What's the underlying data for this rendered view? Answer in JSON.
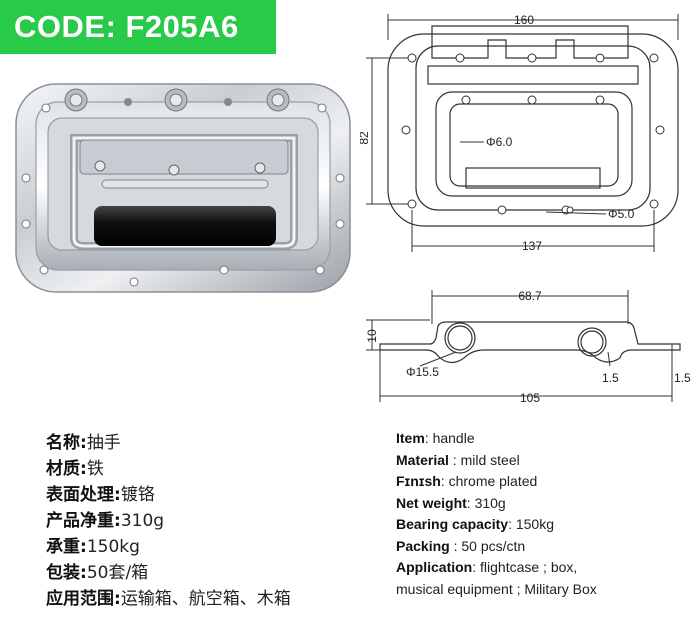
{
  "badge": {
    "code_text": "CODE: F205A6",
    "color": "#29c94a"
  },
  "drawing": {
    "top_width": "160",
    "height": "82",
    "inner_width": "137",
    "hole_large": "Φ6.0",
    "hole_small": "Φ5.0",
    "section_top": "68.7",
    "section_height": "10",
    "tube_dia": "Φ15.5",
    "thick_a": "1.5",
    "thick_b": "1.5",
    "section_width": "105"
  },
  "spec_cn": [
    {
      "key": "名称",
      "sep": ":",
      "value": "抽手"
    },
    {
      "key": "材质",
      "sep": ":",
      "value": "铁"
    },
    {
      "key": "表面处理",
      "sep": ":",
      "value": "镀铬"
    },
    {
      "key": "产品净重",
      "sep": ":",
      "value": "310g"
    },
    {
      "key": "承重",
      "sep": ":",
      "value": "150kg"
    },
    {
      "key": "包装",
      "sep": ":",
      "value": "50套/箱"
    },
    {
      "key": "应用范围",
      "sep": ":",
      "value": "运输箱、航空箱、木箱"
    }
  ],
  "spec_en": [
    {
      "key": "Item",
      "sep": ": ",
      "value": "handle"
    },
    {
      "key": "Material",
      "sep": " : ",
      "value": "mild steel"
    },
    {
      "key": "Fɪnɪsh",
      "sep": ": ",
      "value": "chrome plated"
    },
    {
      "key": "Net weight",
      "sep": ":  ",
      "value": "310g"
    },
    {
      "key": "Bearing capacity",
      "sep": ": ",
      "value": "150kg"
    },
    {
      "key": "Packing",
      "sep": " : ",
      "value": "50 pcs/ctn"
    },
    {
      "key": "Application",
      "sep": ": ",
      "value": "flightcase ; box,"
    },
    {
      "key": "",
      "sep": "",
      "value": "musical equipment ; Military Box"
    }
  ]
}
